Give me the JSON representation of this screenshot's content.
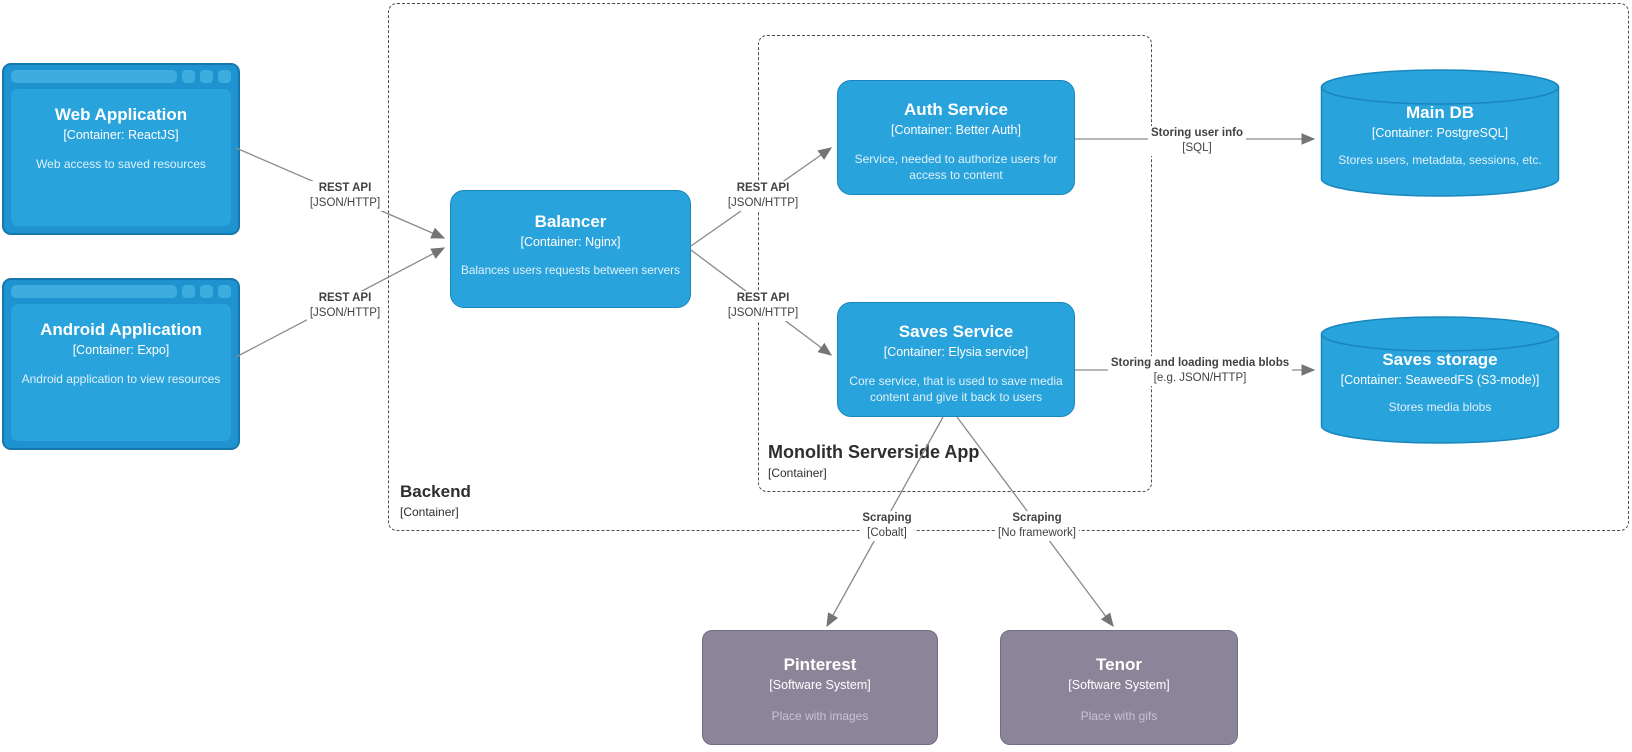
{
  "nodes": {
    "web_app": {
      "title": "Web Application",
      "tech": "[Container: ReactJS]",
      "desc": "Web access to saved resources"
    },
    "android_app": {
      "title": "Android Application",
      "tech": "[Container: Expo]",
      "desc": "Android application to view resources"
    },
    "balancer": {
      "title": "Balancer",
      "tech": "[Container: Nginx]",
      "desc": "Balances users requests between servers"
    },
    "auth_service": {
      "title": "Auth Service",
      "tech": "[Container: Better Auth]",
      "desc": "Service, needed to authorize users for access to content"
    },
    "saves_service": {
      "title": "Saves Service",
      "tech": "[Container: Elysia service]",
      "desc": "Core service, that is used to save media content and give it back to users"
    },
    "main_db": {
      "title": "Main DB",
      "tech": "[Container: PostgreSQL]",
      "desc": "Stores users, metadata, sessions, etc."
    },
    "saves_storage": {
      "title": "Saves storage",
      "tech": "[Container: SeaweedFS (S3-mode)]",
      "desc": "Stores media blobs"
    },
    "pinterest": {
      "title": "Pinterest",
      "tech": "[Software System]",
      "desc": "Place with images"
    },
    "tenor": {
      "title": "Tenor",
      "tech": "[Software System]",
      "desc": "Place with gifs"
    }
  },
  "boundaries": {
    "backend": {
      "title": "Backend",
      "subtitle": "[Container]"
    },
    "monolith": {
      "title": "Monolith Serverside App",
      "subtitle": "[Container]"
    }
  },
  "edges": {
    "web_to_balancer": {
      "label": "REST API",
      "tech": "[JSON/HTTP]"
    },
    "android_to_balancer": {
      "label": "REST API",
      "tech": "[JSON/HTTP]"
    },
    "balancer_to_auth": {
      "label": "REST API",
      "tech": "[JSON/HTTP]"
    },
    "balancer_to_saves": {
      "label": "REST API",
      "tech": "[JSON/HTTP]"
    },
    "auth_to_maindb": {
      "label": "Storing user info",
      "tech": "[SQL]"
    },
    "saves_to_storage": {
      "label": "Storing and loading media blobs",
      "tech": "[e.g. JSON/HTTP]"
    },
    "saves_to_pinterest": {
      "label": "Scraping",
      "tech": "[Cobalt]"
    },
    "saves_to_tenor": {
      "label": "Scraping",
      "tech": "[No framework]"
    }
  },
  "colors": {
    "container_fill": "#29A3DC",
    "container_border": "#1987BC",
    "browser_frame": "#1E93CF",
    "external_fill": "#8C8498",
    "external_border": "#756D83",
    "arrow": "#757575",
    "boundary": "#4D4D4D",
    "label_text": "#424242"
  }
}
